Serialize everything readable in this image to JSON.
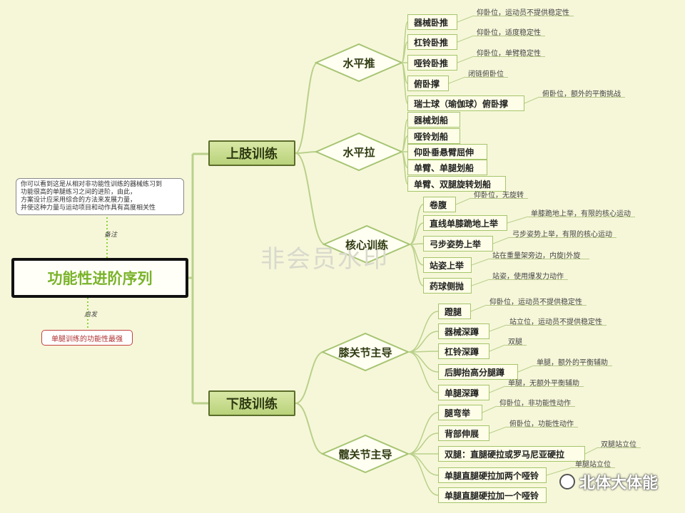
{
  "central": "功能性进阶序列",
  "note_text": "你可以看到这是从相对非功能性训练的器械练习到\n功能很高的单腿练习之间的进阶，由此，\n方案设计应采用综合的方法来发展力量，\n并使这种力量与运动项目和动作具有高度相关性",
  "note_label": "备注",
  "hint_label": "启发",
  "hint_text": "单腿训练的功能性最强",
  "watermark": "非会员水印",
  "logo_text": "北体大体能",
  "upper": {
    "label": "上肢训练",
    "groups": [
      {
        "label": "水平推",
        "items": [
          {
            "text": "器械卧推",
            "note": "仰卧位，运动员不提供稳定性"
          },
          {
            "text": "杠铃卧推",
            "note": "仰卧位，适度稳定性"
          },
          {
            "text": "哑铃卧推",
            "note": "仰卧位，单臂稳定性"
          },
          {
            "text": "俯卧撑",
            "note": "闭链俯卧位"
          },
          {
            "text": "瑞士球（瑜伽球）俯卧撑",
            "note": "俯卧位，额外的平衡挑战"
          }
        ]
      },
      {
        "label": "水平拉",
        "items": [
          {
            "text": "器械划船",
            "note": ""
          },
          {
            "text": "哑铃划船",
            "note": ""
          },
          {
            "text": "仰卧垂悬臂屈伸",
            "note": ""
          },
          {
            "text": "单臂、单腿划船",
            "note": ""
          },
          {
            "text": "单臂、双腿旋转划船",
            "note": ""
          }
        ]
      },
      {
        "label": "核心训练",
        "items": [
          {
            "text": "卷腹",
            "note": "仰卧位，无旋转"
          },
          {
            "text": "直线单膝跪地上举",
            "note": "单膝跪地上举，有限的核心运动"
          },
          {
            "text": "弓步姿势上举",
            "note": "弓步姿势上举，有限的核心运动"
          },
          {
            "text": "站姿上举",
            "note": "站在重量架旁边，内旋|外旋"
          },
          {
            "text": "药球侧抛",
            "note": "站姿，使用爆发力动作"
          }
        ]
      }
    ]
  },
  "lower": {
    "label": "下肢训练",
    "groups": [
      {
        "label": "膝关节主导",
        "items": [
          {
            "text": "蹬腿",
            "note": "仰卧位，运动员不提供稳定性"
          },
          {
            "text": "器械深蹲",
            "note": "站立位，运动员不提供稳定性"
          },
          {
            "text": "杠铃深蹲",
            "note": "双腿"
          },
          {
            "text": "后脚抬高分腿蹲",
            "note": "单腿，额外的平衡辅助"
          },
          {
            "text": "单腿深蹲",
            "note": "单腿，无额外平衡辅助"
          }
        ]
      },
      {
        "label": "髋关节主导",
        "items": [
          {
            "text": "腿弯举",
            "note": "仰卧位，非功能性动作"
          },
          {
            "text": "背部伸展",
            "note": "俯卧位，功能性动作"
          },
          {
            "text": "双腿：直腿硬拉或罗马尼亚硬拉",
            "note": "双腿站立位"
          },
          {
            "text": "单腿直腿硬拉加两个哑铃",
            "note": "单腿站立位"
          },
          {
            "text": "单腿直腿硬拉加一个哑铃",
            "note": ""
          }
        ]
      }
    ]
  }
}
